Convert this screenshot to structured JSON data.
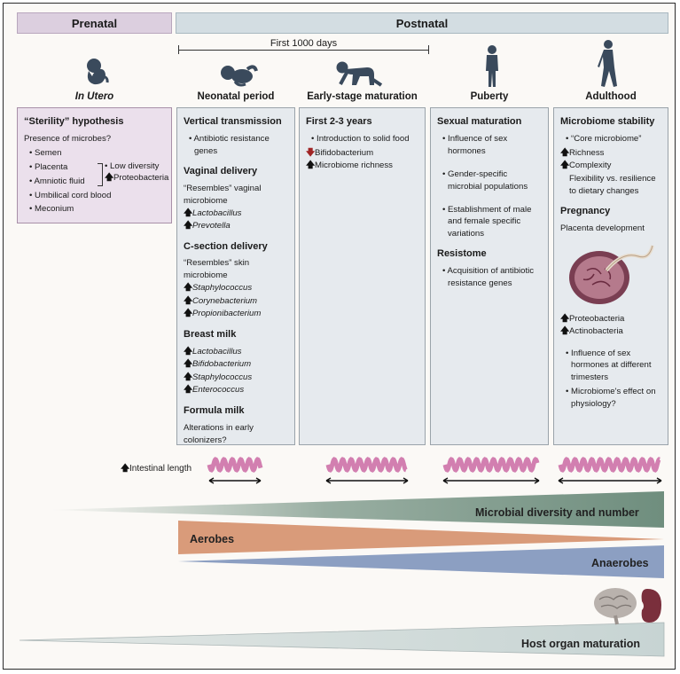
{
  "phases": {
    "prenatal": "Prenatal",
    "postnatal": "Postnatal"
  },
  "first_1000": "First 1000 days",
  "stages": [
    {
      "title": "In Utero"
    },
    {
      "title": "Neonatal period"
    },
    {
      "title": "Early-stage maturation"
    },
    {
      "title": "Puberty"
    },
    {
      "title": "Adulthood"
    }
  ],
  "in_utero": {
    "heading": "“Sterility” hypothesis",
    "question": "Presence of microbes?",
    "items": [
      "Semen",
      "Placenta",
      "Amniotic fluid",
      "Umbilical cord blood",
      "Meconium"
    ],
    "notes": [
      "Low diversity",
      "Proteobacteria"
    ]
  },
  "neonatal": {
    "vertical": {
      "heading": "Vertical transmission",
      "items": [
        "Antibiotic resistance genes"
      ]
    },
    "vaginal": {
      "heading": "Vaginal delivery",
      "text": "“Resembles” vaginal microbiome",
      "up": [
        "Lactobacillus",
        "Prevotella"
      ]
    },
    "csection": {
      "heading": "C-section delivery",
      "text": "“Resembles” skin microbiome",
      "up": [
        "Staphylococcus",
        "Corynebacterium",
        "Propionibacterium"
      ]
    },
    "breast": {
      "heading": "Breast milk",
      "up": [
        "Lactobacillus",
        "Bifidobacterium",
        "Staphylococcus",
        "Enterococcus"
      ]
    },
    "formula": {
      "heading": "Formula milk",
      "text": "Alterations in early colonizers?"
    }
  },
  "early": {
    "heading": "First 2-3 years",
    "item": "Introduction to solid food",
    "down": "Bifidobacterium",
    "up": "Microbiome richness"
  },
  "puberty": {
    "heading": "Sexual maturation",
    "items": [
      "Influence of sex hormones",
      "Gender-specific microbial populations",
      "Establishment of male and female specific variations"
    ],
    "heading2": "Resistome",
    "items2": [
      "Acquisition of antibiotic resistance genes"
    ]
  },
  "adult": {
    "heading": "Microbiome stability",
    "core": "“Core microbiome”",
    "up": [
      "Richness",
      "Complexity"
    ],
    "flex": "Flexibility vs. resilience to dietary changes",
    "heading2": "Pregnancy",
    "placenta": "Placenta development",
    "up2": [
      "Proteobacteria",
      "Actinobacteria"
    ],
    "items": [
      "Influence of sex hormones at different trimesters",
      "Microbiome's effect on physiology?"
    ]
  },
  "intestinal_length": "Intestinal length",
  "bands": {
    "diversity": "Microbial diversity and number",
    "aerobes": "Aerobes",
    "anaerobes": "Anaerobes",
    "host": "Host organ maturation"
  },
  "colors": {
    "prenatal": "#dccfdf",
    "postnatal": "#d3dde2",
    "diversity": "#6f8e7e",
    "aerobes": "#d99b7a",
    "anaerobes": "#8c9fc2",
    "host": "#c7d4d3",
    "wave": "#d27fb0"
  }
}
